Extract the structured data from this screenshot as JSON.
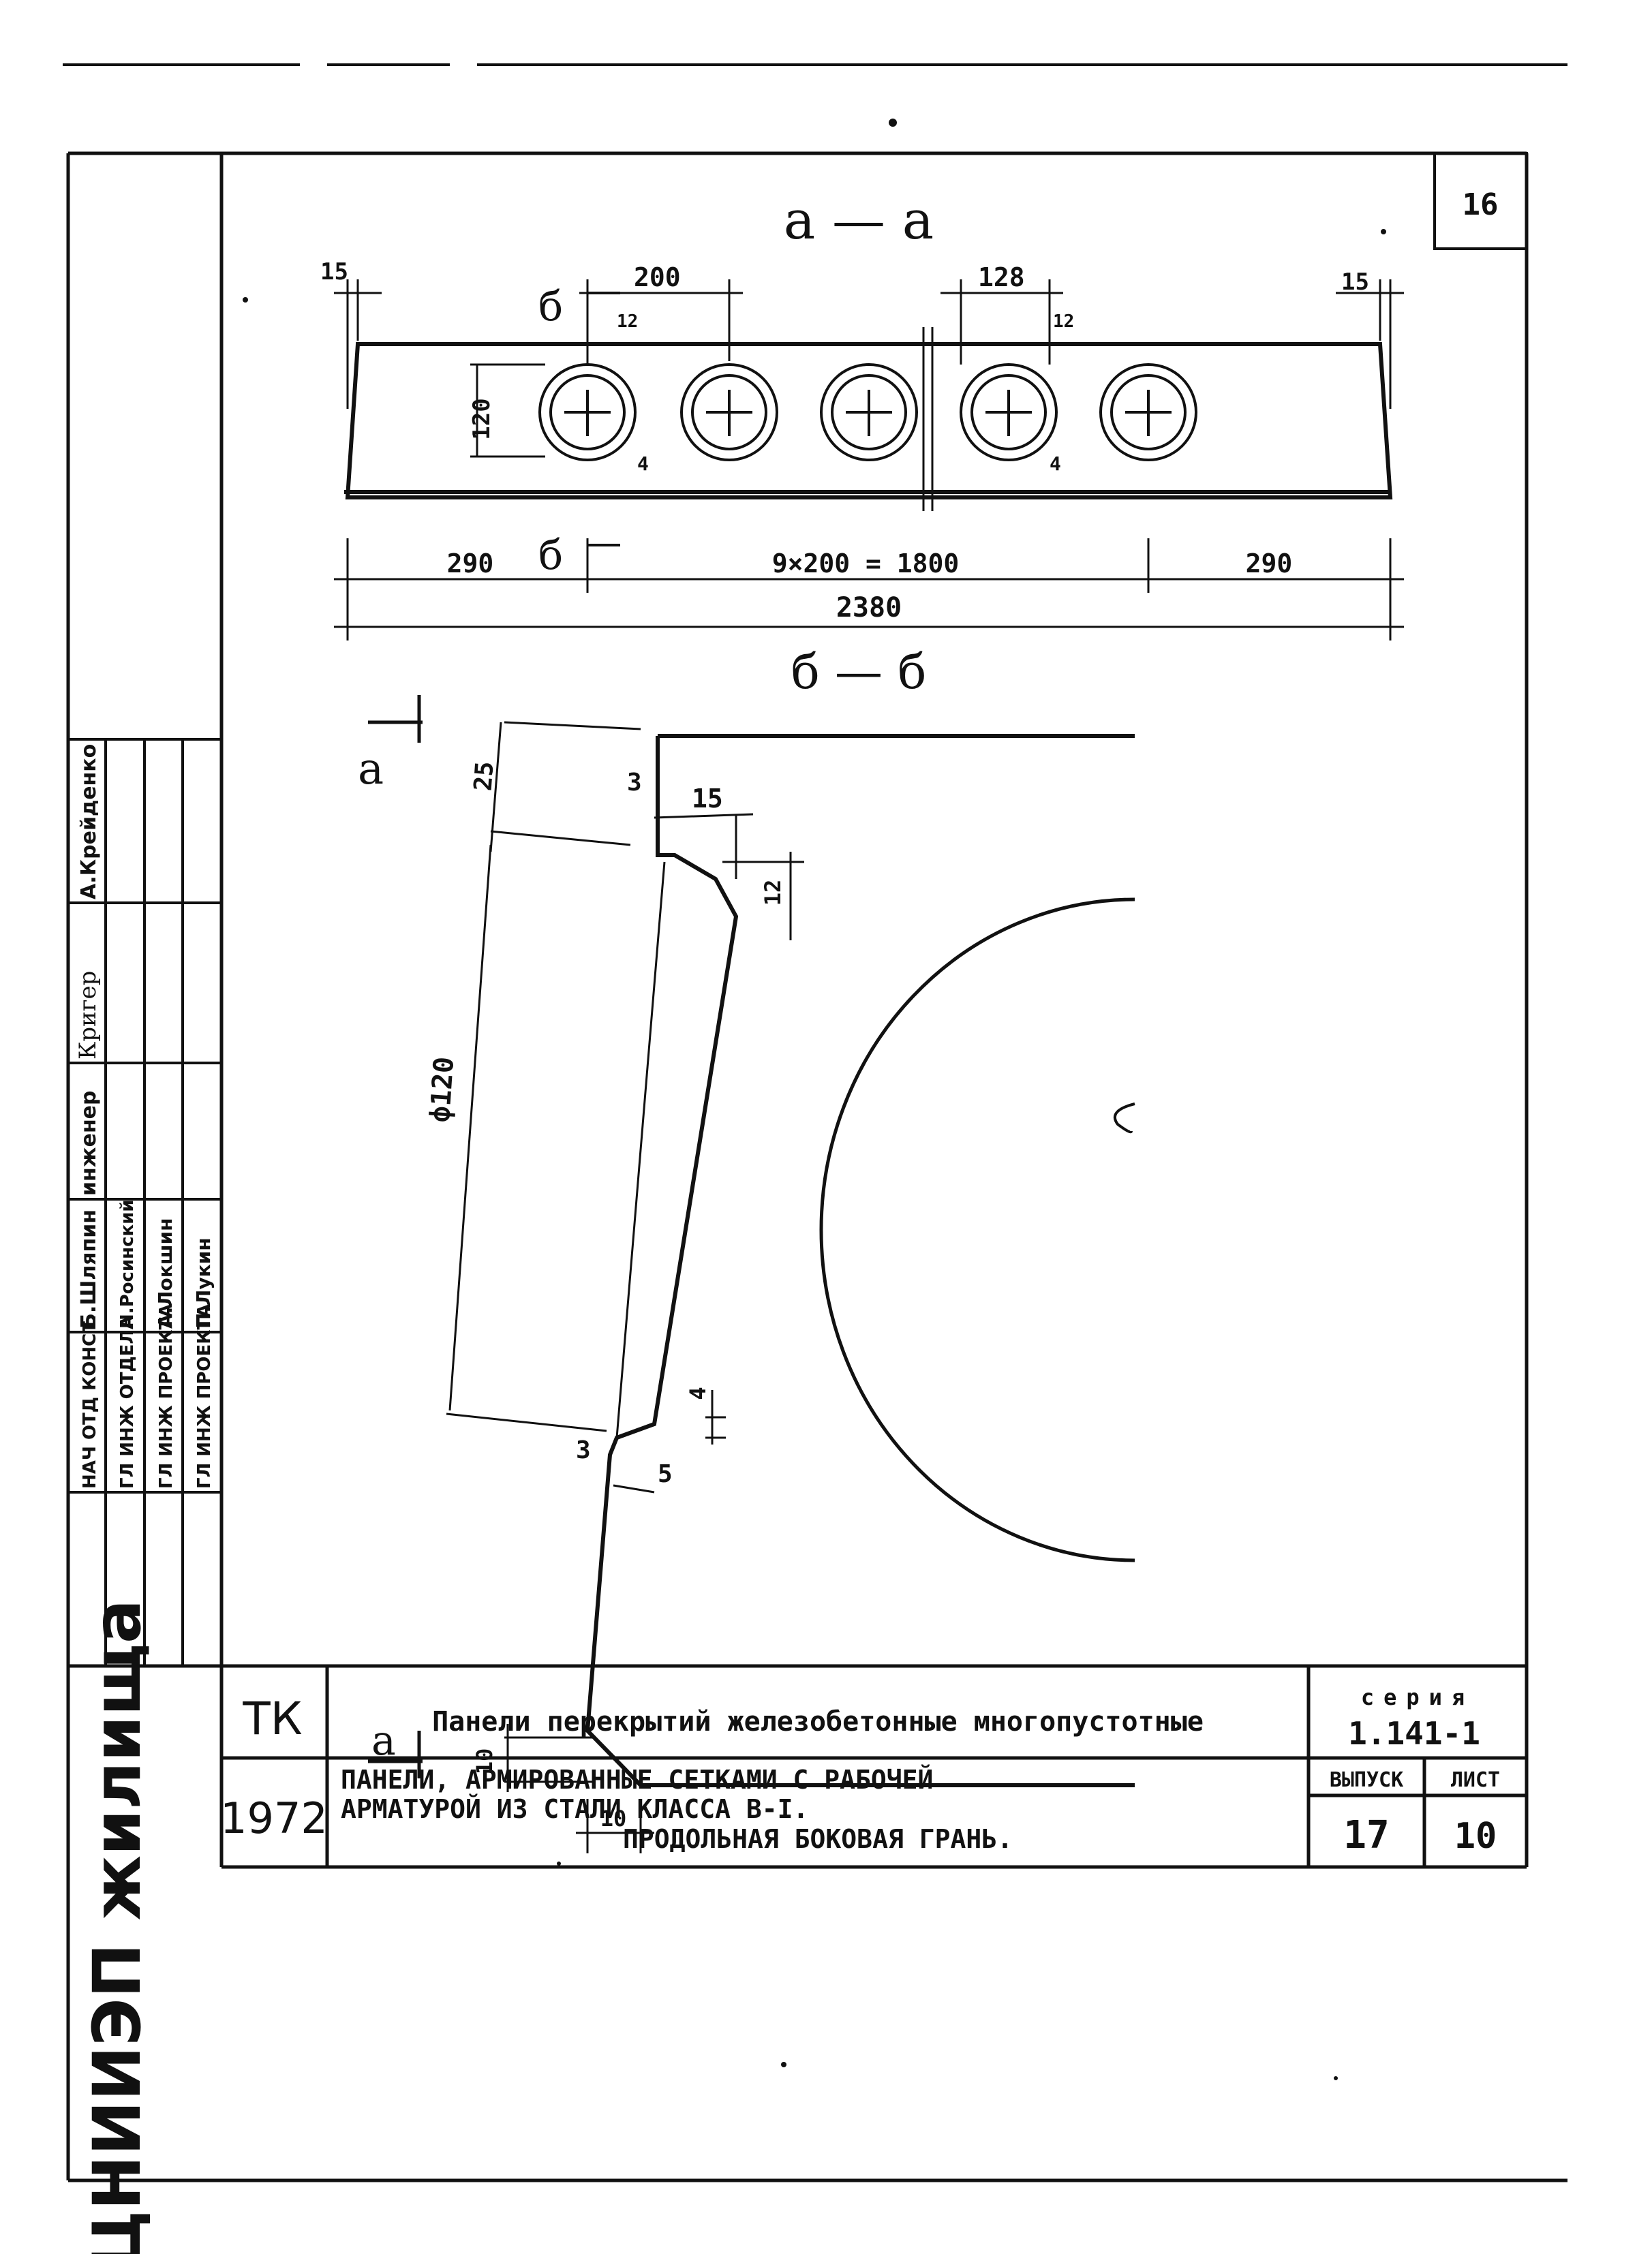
{
  "sheet": {
    "number": "16"
  },
  "section_aa": {
    "title": "а — а",
    "cut_label": "б",
    "dims": {
      "edge_left": "15",
      "edge_right": "15",
      "pitch": "200",
      "hole_width": "128",
      "top_cover": "12",
      "rib_top": "12",
      "height": "120",
      "rib_bottom_left": "4",
      "rib_bottom_right": "4",
      "left_end": "290",
      "middle": "9×200 = 1800",
      "right_end": "290",
      "total": "2380"
    }
  },
  "section_bb": {
    "title": "б — б",
    "cut_label": "а",
    "dims": {
      "top_offset": "25",
      "top_step": "3",
      "top_width": "15",
      "top_chamfer": "12",
      "diameter": "ф120",
      "bottom_rib": "4",
      "bottom_step": "3",
      "bottom_width": "5",
      "chamfer_h": "10",
      "chamfer_w": "10"
    }
  },
  "side_block": {
    "org": "ЦНИИЭП жилища",
    "rows": [
      {
        "role": "НАЧ ОТД КОНСТ.",
        "name": "Б.Шляпин",
        "extra": "инженер"
      },
      {
        "role": "ГЛ ИНЖ ОТДЕЛА",
        "name": "Н.Росинский",
        "extra": "Кригер"
      },
      {
        "role": "ГЛ ИНЖ ПРОЕКТА",
        "name": "А.Локшин",
        "extra": ""
      },
      {
        "role": "ГЛ ИНЖ ПРОЕКТА",
        "name": "П.Лукин",
        "extra": "А.Крейденко"
      }
    ]
  },
  "title_block": {
    "code": "ТК",
    "year": "1972",
    "main_title": "Панели перекрытий железобетонные многопустотные",
    "subtitle_line1": "ПАНЕЛИ, АРМИРОВАННЫЕ СЕТКАМИ С РАБОЧЕЙ",
    "subtitle_line2": "АРМАТУРОЙ ИЗ СТАЛИ КЛАССА В-I.",
    "subtitle_line3": "ПРОДОЛЬНАЯ БОКОВАЯ ГРАНЬ.",
    "series_label": "серия",
    "series_value": "1.141-1",
    "issue_label": "ВЫПУСК",
    "issue_value": "17",
    "sheet_label": "ЛИСТ",
    "sheet_value": "10"
  }
}
